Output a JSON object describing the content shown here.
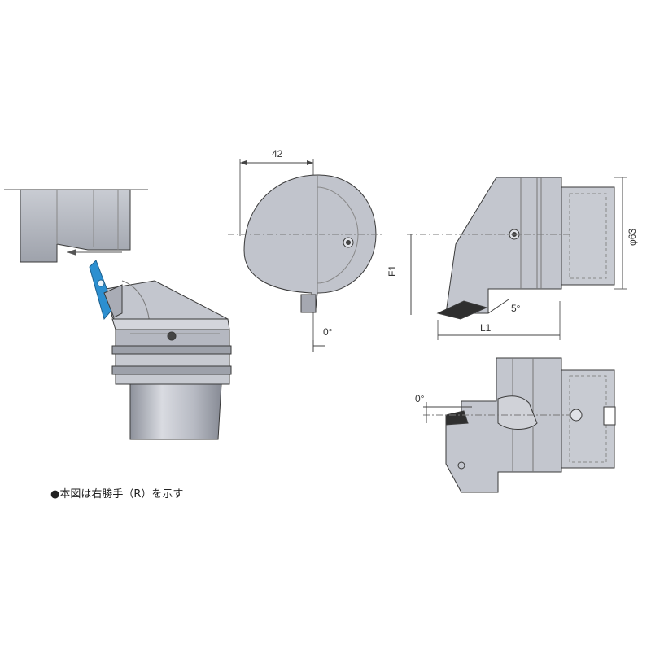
{
  "dimensions": {
    "width_42": "42",
    "diameter_63": "φ63",
    "f1": "F1",
    "l1": "L1",
    "angle_top": "0°",
    "angle_clearance": "5°",
    "angle_bottom": "0°"
  },
  "note": "●本図は右勝手（R）を示す",
  "colors": {
    "body_fill": "#b9bcc6",
    "body_dark": "#8e929c",
    "insert_blue": "#2c8fd0",
    "outline": "#3a3a3a",
    "dim_line": "#444444"
  }
}
